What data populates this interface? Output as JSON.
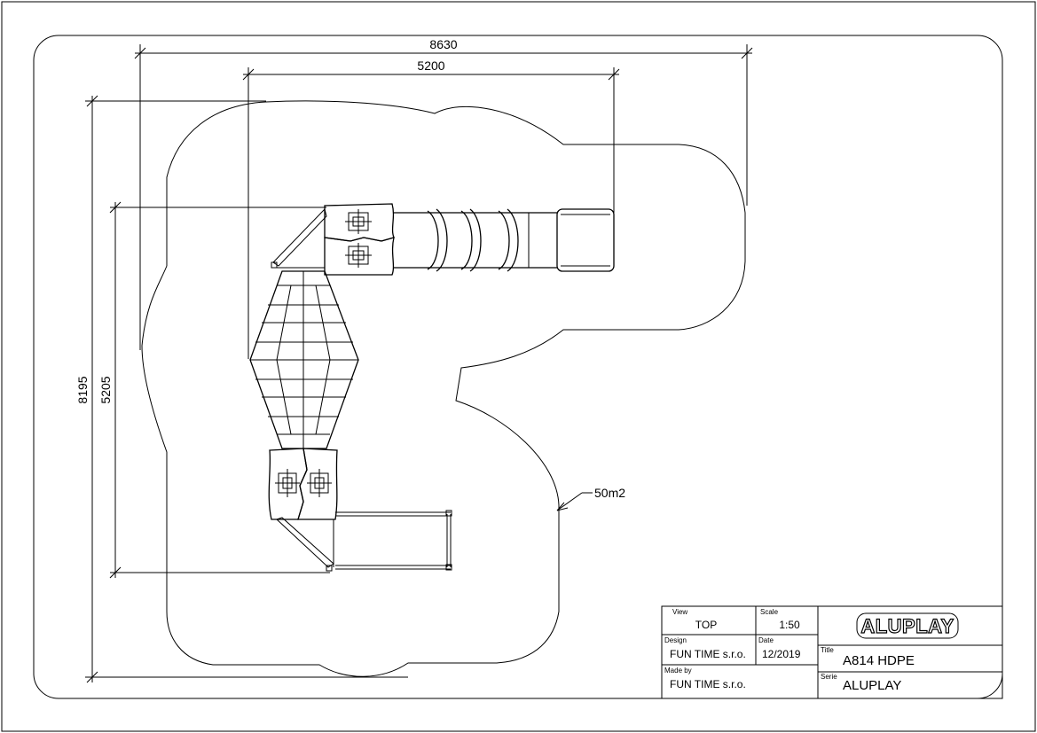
{
  "dimensions": {
    "overall_width": "8630",
    "inner_width": "5200",
    "overall_height": "8195",
    "inner_height": "5205",
    "area": "50m2"
  },
  "title_block": {
    "view_label": "View",
    "view_value": "TOP",
    "scale_label": "Scale",
    "scale_value": "1:50",
    "design_label": "Design",
    "design_value": "FUN TIME s.r.o.",
    "date_label": "Date",
    "date_value": "12/2019",
    "madeby_label": "Made by",
    "madeby_value": "FUN TIME s.r.o.",
    "title_label": "Title",
    "title_value": "A814 HDPE",
    "serie_label": "Serie",
    "serie_value": "ALUPLAY",
    "logo_text": "ALUPLAY"
  }
}
